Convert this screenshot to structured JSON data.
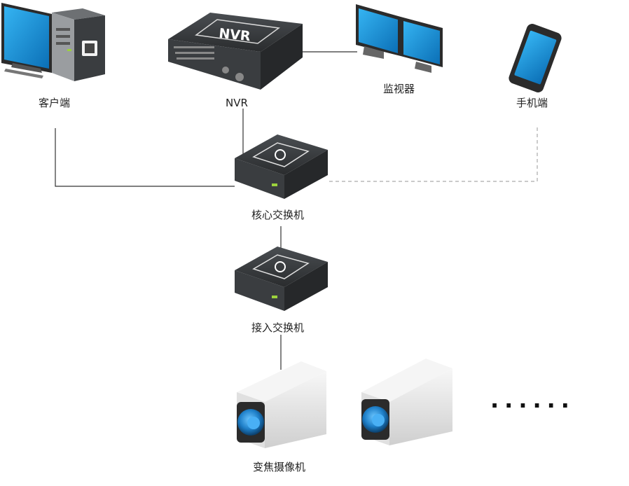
{
  "nodes": {
    "client": {
      "label": "客户端"
    },
    "nvr": {
      "label": "NVR",
      "badge": "NVR"
    },
    "monitor": {
      "label": "监视器"
    },
    "phone": {
      "label": "手机端"
    },
    "core_switch": {
      "label": "核心交换机"
    },
    "access_switch": {
      "label": "接入交换机"
    },
    "cameras": {
      "label": "变焦摄像机",
      "more_indicator": "......"
    }
  },
  "colors": {
    "line": "#333333",
    "dashed_line": "#aaaaaa",
    "screen_blue": "#1a8fd6",
    "device_dark": "#3a3d40",
    "camera_body": "#e9e9e9",
    "lens_blue": "#1e7fc8"
  }
}
